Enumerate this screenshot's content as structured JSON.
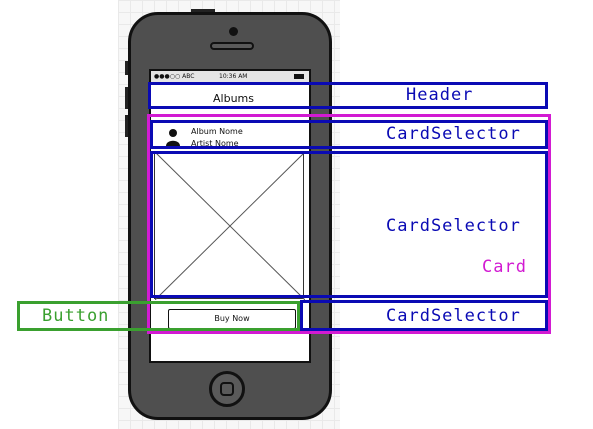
{
  "phone": {
    "status_carrier": "●●●○○ ABC",
    "status_time": "10:36 AM",
    "header_title": "Albums",
    "album_name": "Album Nome",
    "artist_name": "Artist Nome",
    "buy_button_label": "Buy Now"
  },
  "annotations": {
    "header": "Header",
    "card_selector_top": "CardSelector",
    "card_selector_middle": "CardSelector",
    "card": "Card",
    "card_selector_bottom": "CardSelector",
    "button": "Button"
  },
  "colors": {
    "card_selector": "#0a0ab4",
    "card": "#d21ad2",
    "button": "#3aa02f"
  }
}
